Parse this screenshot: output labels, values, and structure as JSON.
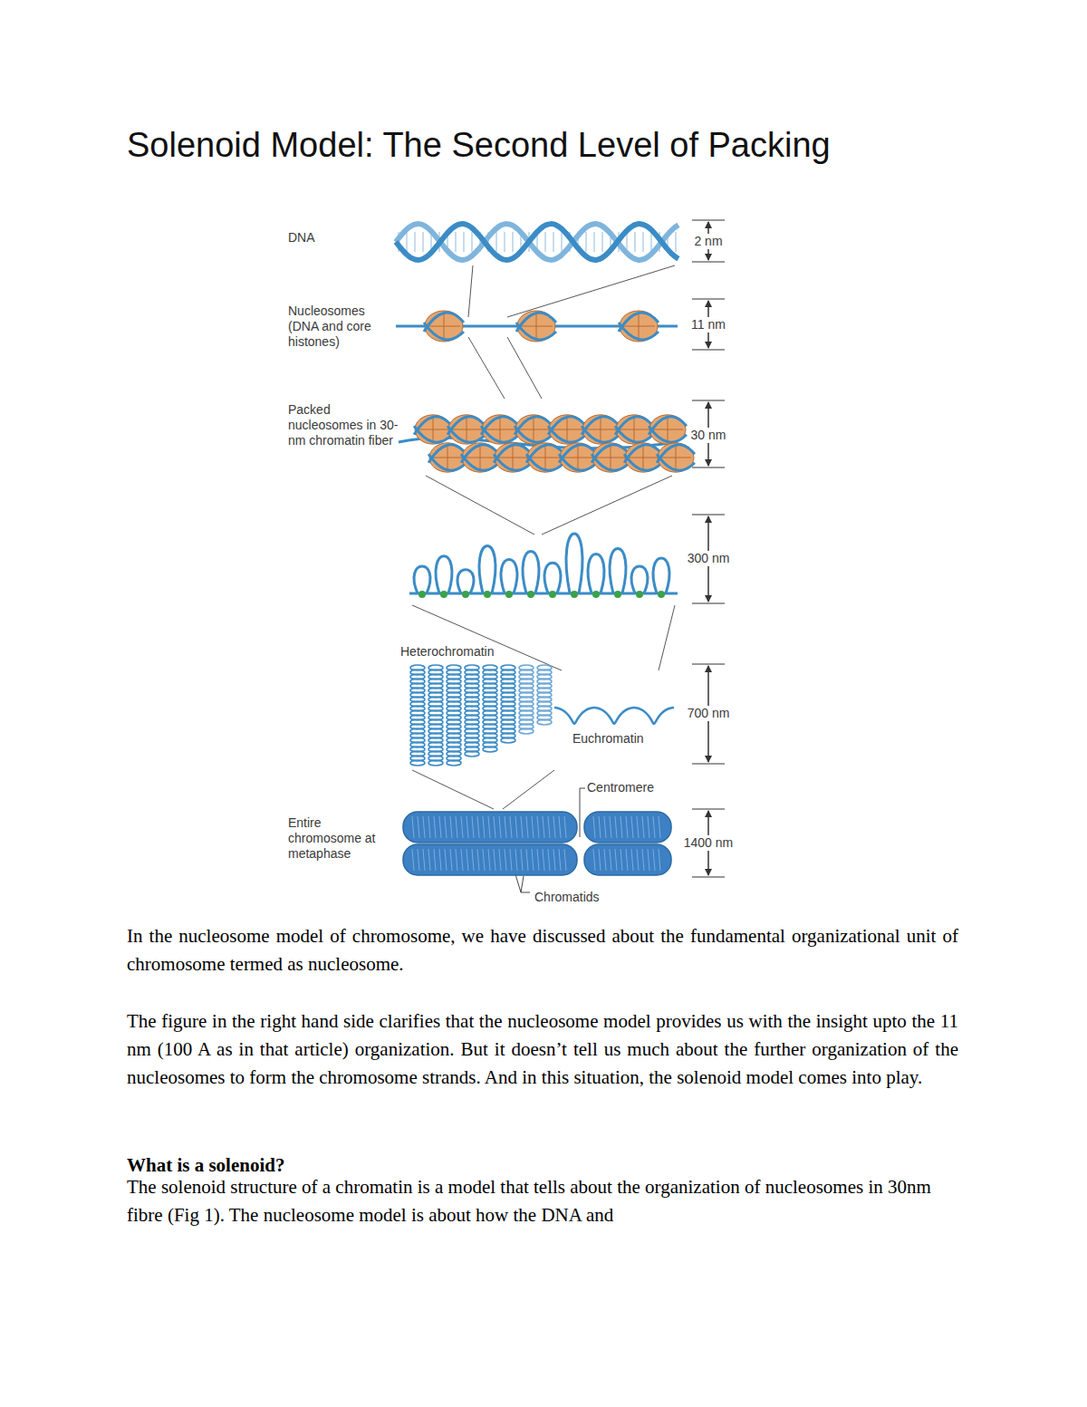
{
  "diagram": {
    "title": "Solenoid Model: The Second Level of Packing",
    "labels": [
      "DNA",
      "2 nm",
      "Nucleosomes (DNA and core histones)",
      "11 nm",
      "Packed nucleosomes in 30-nm chromatin fiber",
      "30 nm",
      "300 nm",
      "Heterochromatin",
      "700 nm",
      "Euchromatin",
      "Centromere",
      "Entire chromosome at metaphase",
      "1400 nm",
      "Chromatids",
      "In the nucleosome model of chromosome, we have discussed about the fundamental organizational unit of chromosome termed as nucleosome.",
      "The figure in the right hand side clarifies that the nucleosome model provides us with the insight upto the 11 nm (100 A as in that article) organization. But it doesn’t tell us much about the further organization of the nucleosomes to form the chromosome strands. And in this situation, the solenoid model comes into play.",
      "What is a solenoid?",
      "The solenoid structure of a chromatin is a model that tells about the organization of nucleosomes in 30nm fibre (Fig 1). The nucleosome model is about how the DNA and"
    ]
  }
}
